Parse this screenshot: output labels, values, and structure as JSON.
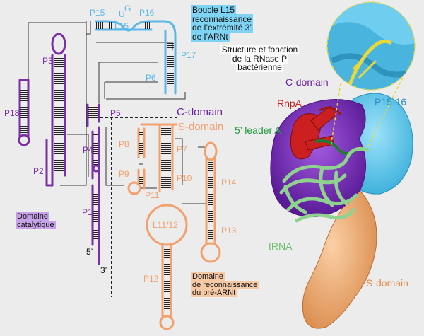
{
  "colors": {
    "catalytic": "#7b2fa5",
    "specificity": "#f2a06e",
    "l15": "#5bb8e6",
    "protein_red": "#cc1f1f",
    "trna_green": "#8fd18f",
    "leader_green": "#1f9a3a",
    "c_domain_purple": "#7d2ec2",
    "p1516_cyan": "#61c7ea",
    "s_domain_tan": "#f4b27c"
  },
  "helices": {
    "p15": "P15",
    "p16": "P16",
    "loop_u": "U",
    "loop_g": "G",
    "l15": "L15",
    "p17": "P17",
    "p6": "P6",
    "p3": "P3",
    "p18": "P18",
    "p5": "P5",
    "p4": "P4",
    "p2": "P2",
    "p1": "P1",
    "p8": "P8",
    "p9": "P9",
    "p7": "P7",
    "p10": "P10",
    "p11": "P11",
    "p14": "P14",
    "l1112": "L11/12",
    "p13": "P13",
    "p12": "P12"
  },
  "ends": {
    "five": "5’",
    "three": "3’"
  },
  "annotations": {
    "l15_box": [
      "Boucle L15",
      "reconnaissance",
      "de l’extrémité 3’",
      "de l’ARNt"
    ],
    "c_domain": "C-domain",
    "s_domain": "S-domain",
    "catalytic_box": [
      "Domaine",
      "catalytique"
    ],
    "specificity_box": [
      "Domaine",
      "de reconnaissance",
      "du pré-ARNt"
    ]
  },
  "structure": {
    "title": [
      "Structure et fonction",
      "de la RNase P",
      "bactérienne"
    ],
    "c_domain": "C-domain",
    "rnpa": "RnpA",
    "p1516": "P15-16",
    "leader": "5’ leader A",
    "trna": "tRNA",
    "s_domain": "S-domain"
  }
}
